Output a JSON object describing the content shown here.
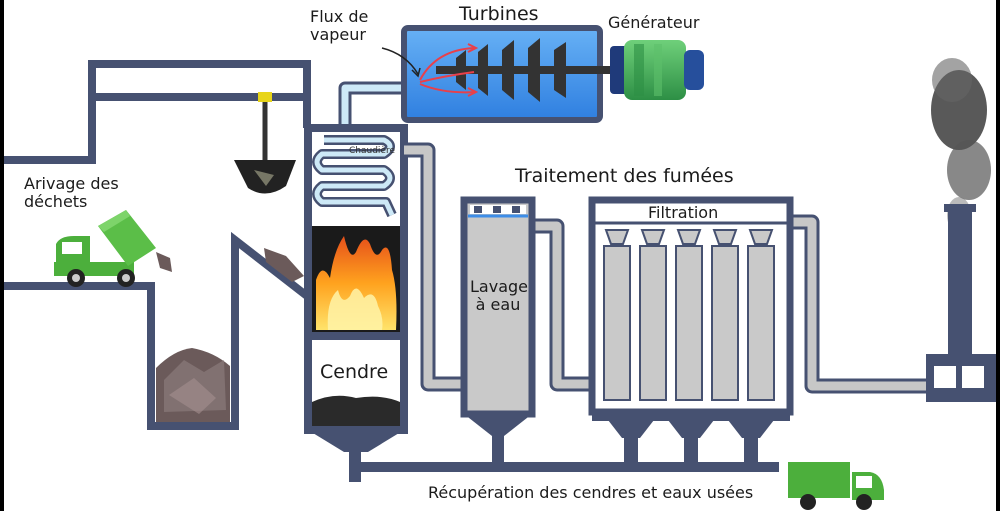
{
  "labels": {
    "flux": "Flux de\nvapeur",
    "turbines": "Turbines",
    "generateur": "Générateur",
    "arrivage": "Arivage des\ndéchets",
    "chaudiere": "Chaudière",
    "traitement": "Traitement des fumées",
    "filtration": "Filtration",
    "lavage": "Lavage\nà eau",
    "cendre": "Cendre",
    "recuperation": "Récupération des cendres et eaux usées"
  },
  "colors": {
    "structure": "#465171",
    "pipe": "#c7c7c7",
    "truck": "#4caf3c",
    "turbine_box": "#3d8de8",
    "generator": "#3fae5c",
    "fire": "#f08a1c",
    "ash": "#2a2a2a",
    "smoke": "#4a4a4a"
  },
  "icons": [
    "garbage-truck-icon",
    "grab-crane-icon",
    "fire-icon",
    "turbine-icon",
    "generator-icon",
    "chimney-icon",
    "smoke-icon",
    "filter-bag-icon"
  ]
}
